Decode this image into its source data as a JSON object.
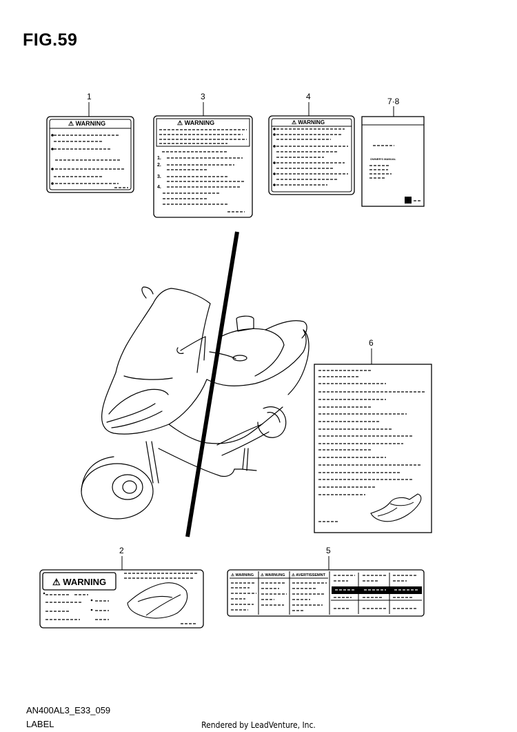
{
  "figure": {
    "title": "FIG.59",
    "model_code": "AN400AL3_E33_059",
    "caption": "LABEL"
  },
  "footer": {
    "rendered_by": "Rendered by LeadVenture, Inc."
  },
  "callouts": [
    "1",
    "3",
    "4",
    "7·8",
    "6",
    "2",
    "5"
  ],
  "labels": {
    "l1_warning": "⚠ WARNING",
    "l3_warning": "⚠ WARNING",
    "l3_steps": [
      "1.",
      "2.",
      "3.",
      "4."
    ],
    "l4_warning": "⚠ WARNING",
    "l2_warning": "⚠ WARNING",
    "l5_headers": [
      "⚠ WARNING",
      "⚠ WARNUNG",
      "⚠ AVERTISSEMNT"
    ],
    "l78_manual": "OWNER'S MANUAL"
  }
}
